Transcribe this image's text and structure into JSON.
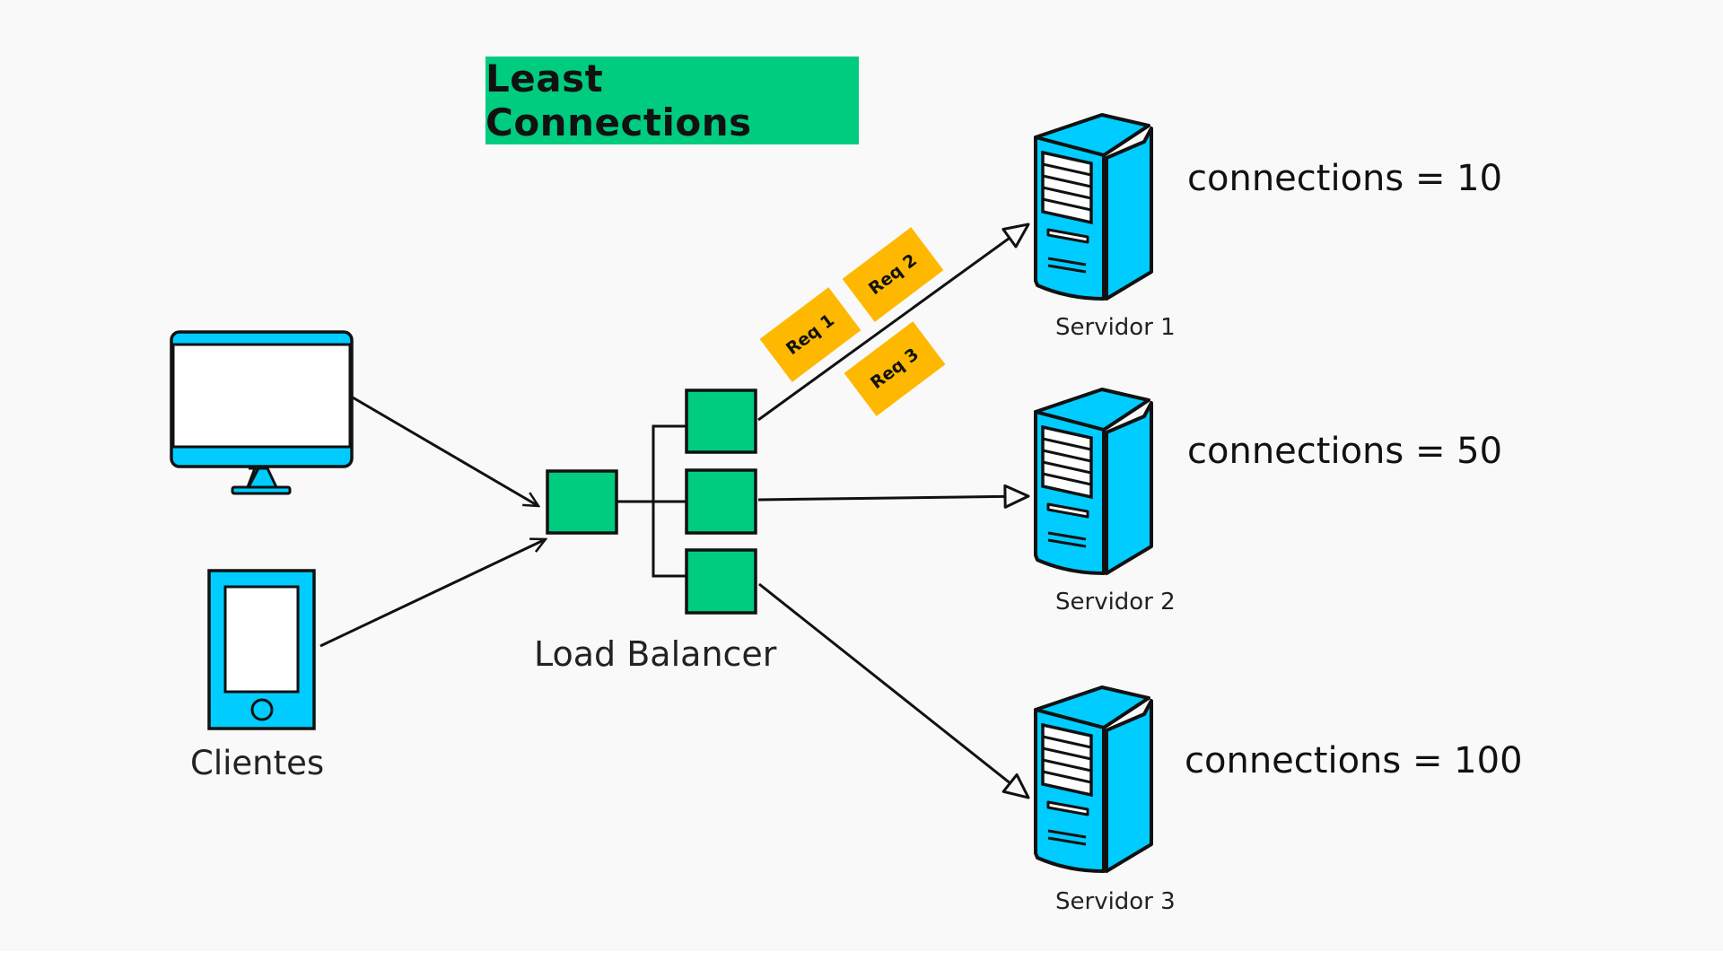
{
  "title": "Least Connections",
  "colors": {
    "background": "#f9f9f9",
    "title_bg": "#00cc80",
    "balancer_green": "#00cc80",
    "device_blue": "#00ccff",
    "request_orange": "#ffb800",
    "stroke": "#111111"
  },
  "clients": {
    "label": "Clientes",
    "devices": [
      "desktop-monitor",
      "smartphone"
    ]
  },
  "load_balancer": {
    "label": "Load Balancer",
    "node_count": 4
  },
  "requests": [
    {
      "label": "Req 1"
    },
    {
      "label": "Req 2"
    },
    {
      "label": "Req 3"
    }
  ],
  "servers": [
    {
      "name": "Servidor 1",
      "connections_label": "connections = 10",
      "connections": 10
    },
    {
      "name": "Servidor 2",
      "connections_label": "connections = 50",
      "connections": 50
    },
    {
      "name": "Servidor 3",
      "connections_label": "connections = 100",
      "connections": 100
    }
  ]
}
